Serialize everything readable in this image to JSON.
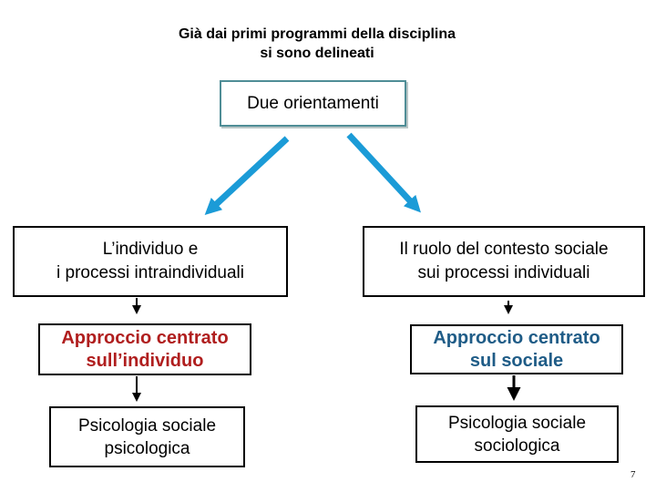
{
  "title": {
    "line1": "Già dai primi programmi della disciplina",
    "line2": "si sono delineati"
  },
  "root_box": {
    "label": "Due orientamenti"
  },
  "left_branch": {
    "top_box": {
      "line1": "L’individuo e",
      "line2": "i processi intraindividuali"
    },
    "mid_box": {
      "line1": "Approccio centrato",
      "line2": "sull’individuo"
    },
    "bottom_box": {
      "line1": "Psicologia sociale",
      "line2": "psicologica"
    }
  },
  "right_branch": {
    "top_box": {
      "line1": "Il ruolo del contesto sociale",
      "line2": "sui processi individuali"
    },
    "mid_box": {
      "line1": "Approccio centrato",
      "line2": "sul sociale"
    },
    "bottom_box": {
      "line1": "Psicologia sociale",
      "line2": "sociologica"
    }
  },
  "page": {
    "number": "7"
  },
  "colors": {
    "branch_arrow_blue": "#1b9bd7",
    "flow_arrow_black": "#000000",
    "mid_box_text_red": "#b01e1e",
    "mid_box_text_blue": "#1f5c87",
    "root_box_border_teal": "#4f8d96",
    "node_border_black": "#000000",
    "background": "#ffffff"
  }
}
